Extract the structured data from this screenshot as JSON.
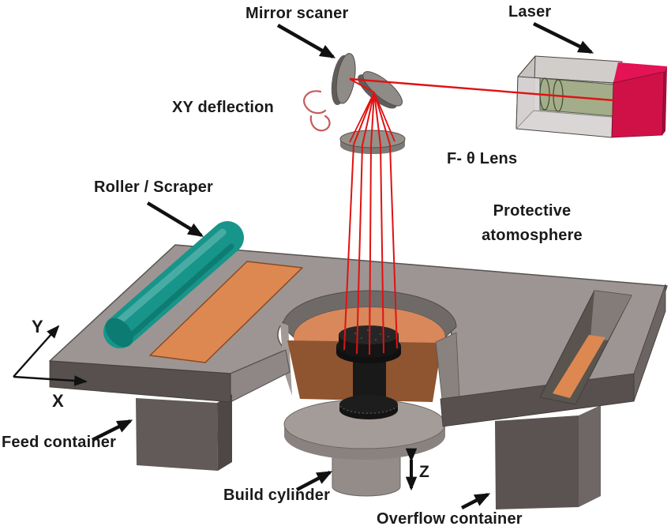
{
  "labels": {
    "mirror_scanner": "Mirror scaner",
    "laser": "Laser",
    "xy_deflection": "XY deflection",
    "f_theta_lens": "F- θ Lens",
    "protective_line1": "Protective",
    "protective_line2": "atomosphere",
    "roller_scraper": "Roller / Scraper",
    "feed_container": "Feed container",
    "build_cylinder": "Build cylinder",
    "overflow_container": "Overflow container",
    "axis_x": "X",
    "axis_y": "Y",
    "axis_z": "Z"
  },
  "colors": {
    "laser_beam": "#e01212",
    "laser_end_cap": "#d01148",
    "laser_end_cap_top": "#e31355",
    "laser_tube_green": "#99a67c",
    "roller_teal": "#17958b",
    "roller_end": "#0c7b71",
    "powder_orange": "#d8885a",
    "slot_orange": "#de8851",
    "powder_cut_brown": "#8f5430",
    "platform_top_gray": "#9d9593",
    "platform_front_gray": "#57504e",
    "build_part_black": "#191919",
    "label_text": "#1a1a1a"
  }
}
